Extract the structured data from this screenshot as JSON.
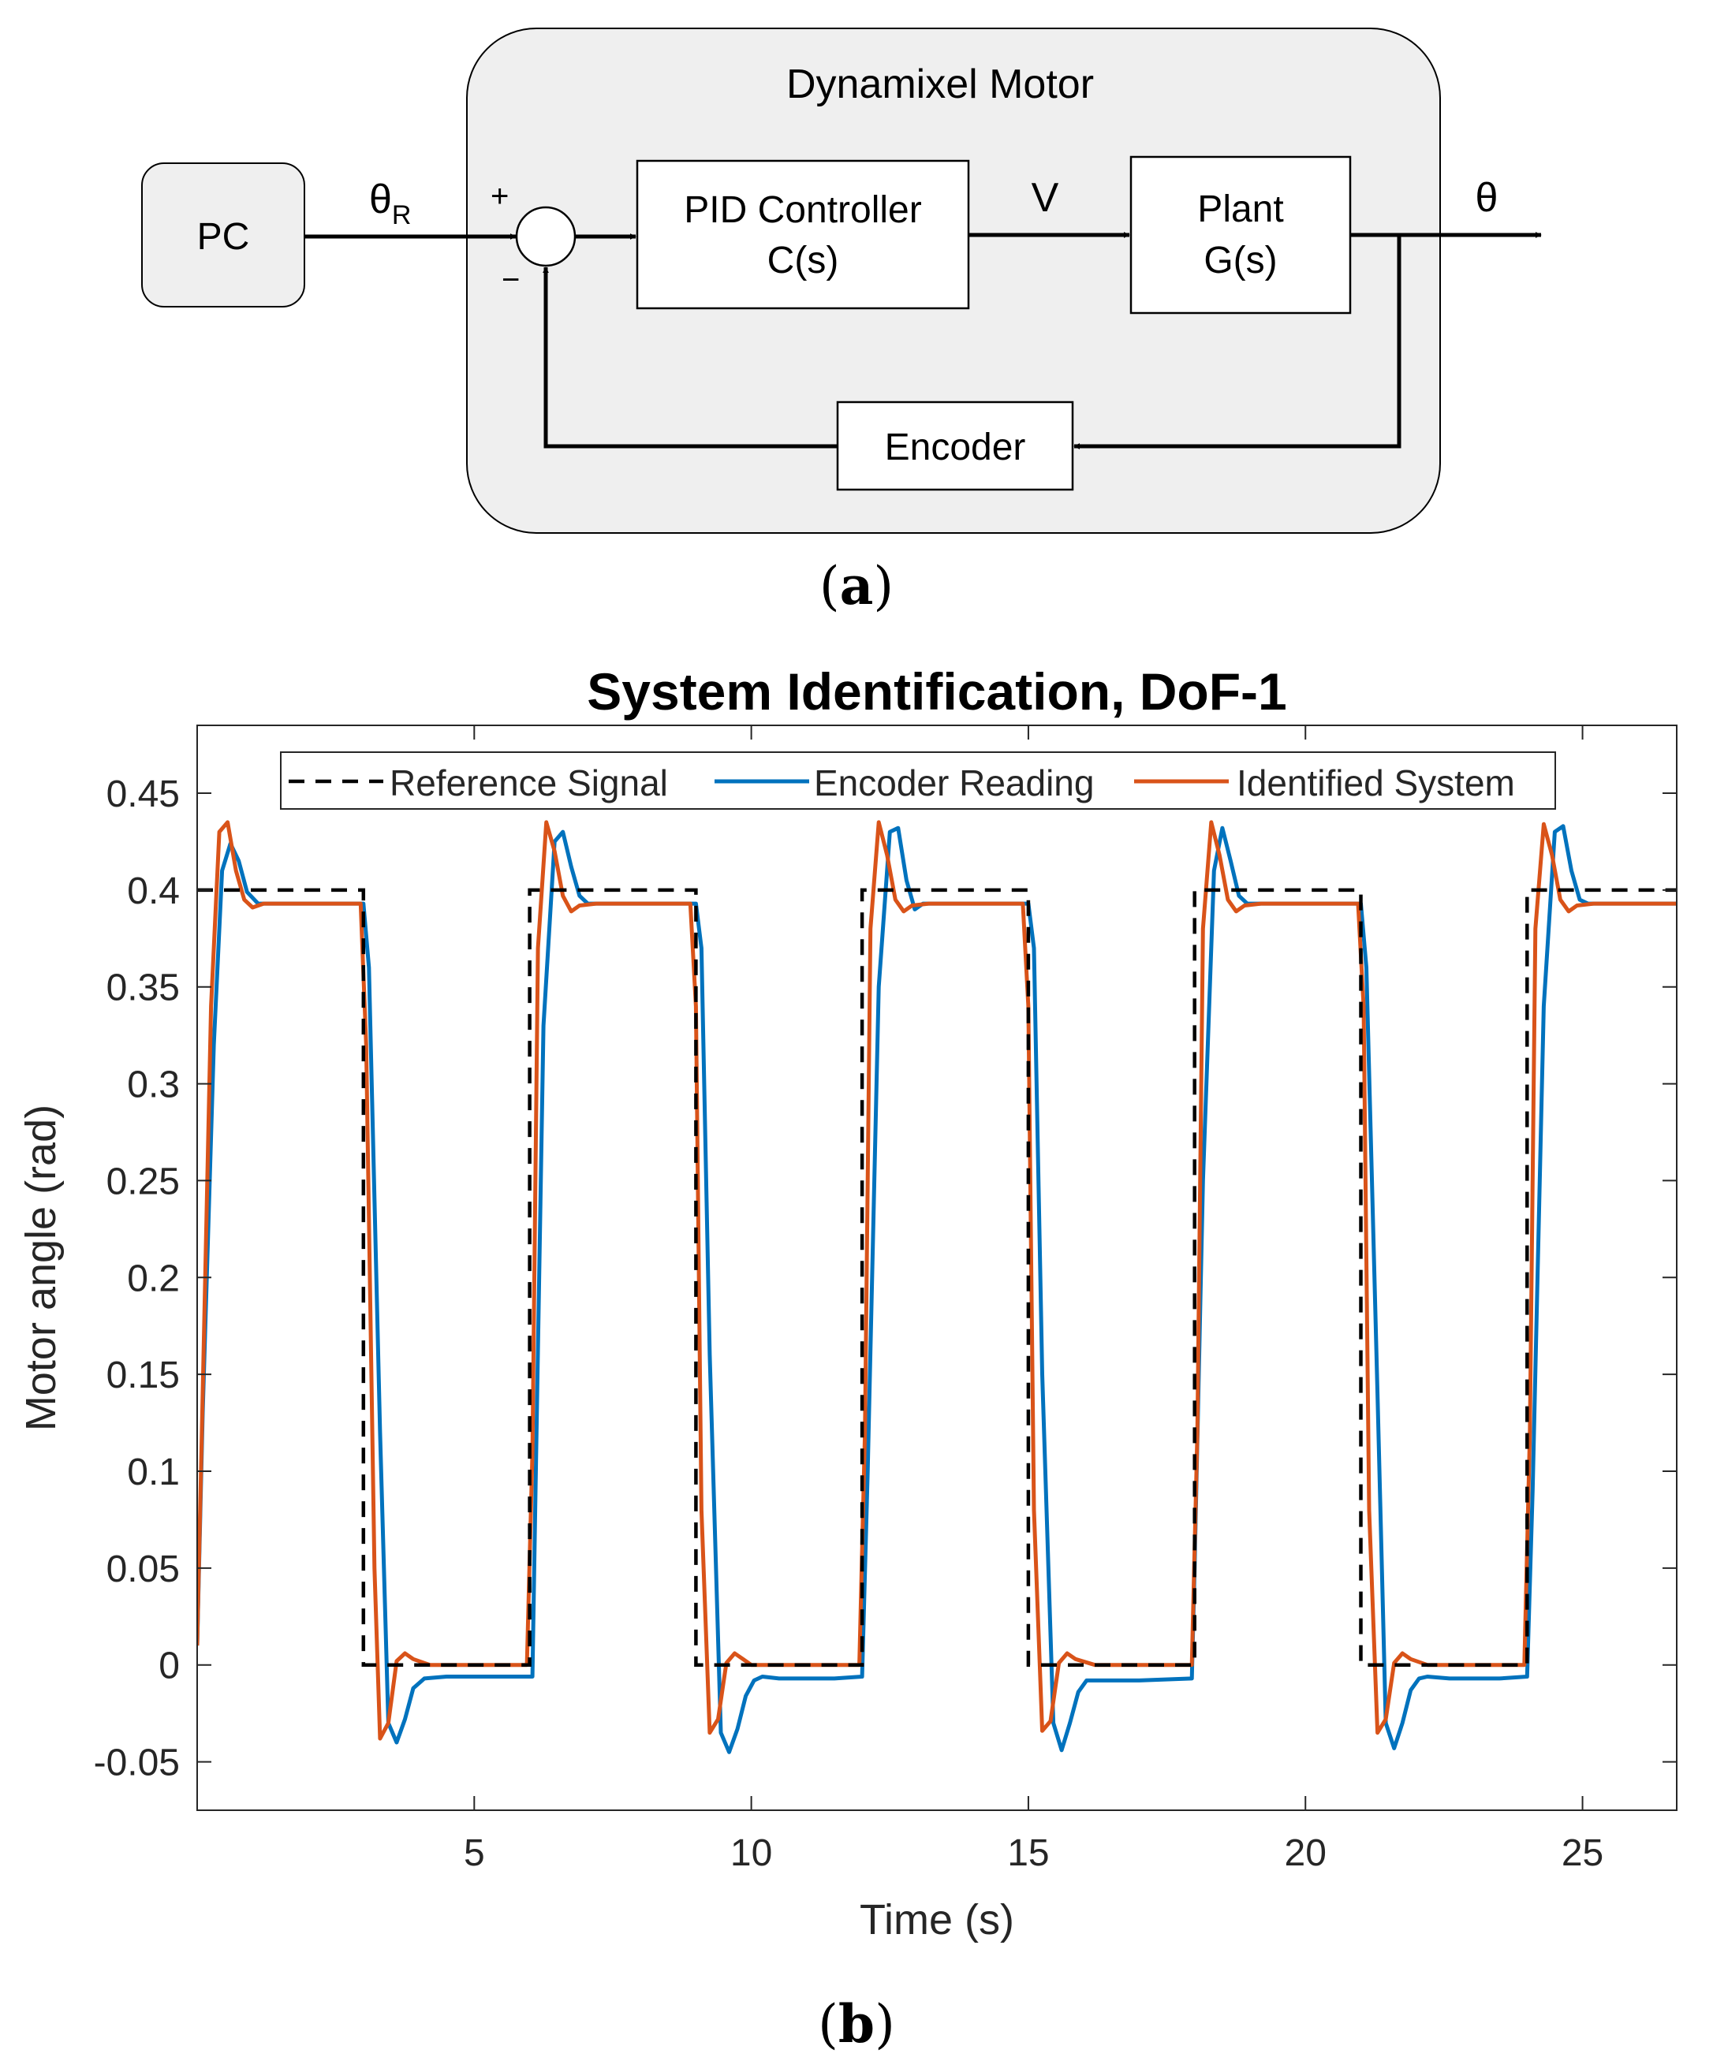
{
  "diagram": {
    "motor_group_label": "Dynamixel Motor",
    "pc_label": "PC",
    "reference_symbol": "θ",
    "reference_subscript": "R",
    "plus_sign": "+",
    "minus_sign": "−",
    "pid_line1": "PID Controller",
    "pid_line2": "C(s)",
    "voltage_label": "V",
    "plant_line1": "Plant",
    "plant_line2": "G(s)",
    "output_label": "θ",
    "encoder_label": "Encoder",
    "panel_label": "a"
  },
  "chart_data": {
    "type": "line",
    "title": "System Identification, DoF-1",
    "xlabel": "Time (s)",
    "ylabel": "Motor angle (rad)",
    "xlim": [
      0,
      26.7
    ],
    "ylim": [
      -0.075,
      0.485
    ],
    "xticks": [
      5,
      10,
      15,
      20,
      25
    ],
    "xtick_labels": [
      "5",
      "10",
      "15",
      "20",
      "25"
    ],
    "yticks": [
      -0.05,
      0,
      0.05,
      0.1,
      0.15,
      0.2,
      0.25,
      0.3,
      0.35,
      0.4,
      0.45
    ],
    "ytick_labels": [
      "-0.05",
      "0",
      "0.05",
      "0.1",
      "0.15",
      "0.2",
      "0.25",
      "0.3",
      "0.35",
      "0.4",
      "0.45"
    ],
    "grid": false,
    "legend_position": "top",
    "panel_label": "b",
    "series": [
      {
        "name": "Reference Signal",
        "color": "#000000",
        "style": "dashed",
        "x": [
          0,
          3.0,
          3.0,
          6.0,
          6.0,
          9.0,
          9.0,
          12.0,
          12.0,
          15.0,
          15.0,
          18.0,
          18.0,
          21.0,
          21.0,
          24.0,
          24.0,
          26.7
        ],
        "y": [
          0.4,
          0.4,
          0,
          0,
          0.4,
          0.4,
          0,
          0,
          0.4,
          0.4,
          0,
          0,
          0.4,
          0.4,
          0,
          0,
          0.4,
          0.4
        ]
      },
      {
        "name": "Encoder Reading",
        "color": "#0072BD",
        "style": "solid",
        "x": [
          0,
          0.1,
          0.3,
          0.45,
          0.6,
          0.75,
          0.9,
          1.1,
          1.4,
          2.0,
          2.9,
          3.0,
          3.1,
          3.3,
          3.45,
          3.6,
          3.75,
          3.9,
          4.1,
          4.5,
          5.5,
          6.05,
          6.1,
          6.25,
          6.45,
          6.6,
          6.75,
          6.9,
          7.05,
          7.2,
          7.5,
          8.5,
          9.0,
          9.1,
          9.25,
          9.45,
          9.6,
          9.75,
          9.9,
          10.05,
          10.2,
          10.5,
          11.5,
          12.0,
          12.1,
          12.3,
          12.5,
          12.65,
          12.8,
          12.95,
          13.1,
          13.3,
          14.0,
          15.0,
          15.1,
          15.25,
          15.45,
          15.6,
          15.75,
          15.9,
          16.05,
          16.3,
          17.0,
          17.95,
          18.0,
          18.15,
          18.35,
          18.5,
          18.65,
          18.8,
          18.95,
          19.1,
          19.5,
          20.5,
          21.0,
          21.1,
          21.3,
          21.45,
          21.6,
          21.75,
          21.9,
          22.05,
          22.2,
          22.6,
          23.5,
          24.0,
          24.1,
          24.3,
          24.5,
          24.65,
          24.8,
          24.95,
          25.1,
          25.3,
          26.0,
          26.7
        ],
        "y": [
          0.01,
          0.13,
          0.32,
          0.41,
          0.424,
          0.415,
          0.399,
          0.393,
          0.393,
          0.393,
          0.393,
          0.393,
          0.36,
          0.12,
          -0.03,
          -0.04,
          -0.028,
          -0.012,
          -0.007,
          -0.006,
          -0.006,
          -0.006,
          0.08,
          0.33,
          0.425,
          0.43,
          0.412,
          0.397,
          0.393,
          0.393,
          0.393,
          0.393,
          0.393,
          0.37,
          0.16,
          -0.035,
          -0.045,
          -0.033,
          -0.016,
          -0.008,
          -0.006,
          -0.007,
          -0.007,
          -0.006,
          0.1,
          0.35,
          0.43,
          0.432,
          0.405,
          0.39,
          0.393,
          0.393,
          0.393,
          0.393,
          0.37,
          0.15,
          -0.03,
          -0.044,
          -0.03,
          -0.014,
          -0.008,
          -0.008,
          -0.008,
          -0.007,
          0.05,
          0.25,
          0.41,
          0.432,
          0.415,
          0.397,
          0.393,
          0.393,
          0.393,
          0.393,
          0.393,
          0.36,
          0.14,
          -0.03,
          -0.043,
          -0.03,
          -0.013,
          -0.007,
          -0.006,
          -0.007,
          -0.007,
          -0.006,
          0.09,
          0.34,
          0.43,
          0.433,
          0.41,
          0.395,
          0.393,
          0.393,
          0.393,
          0.393
        ]
      },
      {
        "name": "Identified System",
        "color": "#D95319",
        "style": "solid",
        "x": [
          0,
          0.1,
          0.25,
          0.4,
          0.55,
          0.7,
          0.85,
          1.0,
          1.2,
          1.5,
          2.9,
          2.95,
          3.05,
          3.2,
          3.3,
          3.45,
          3.6,
          3.75,
          3.9,
          4.2,
          5.5,
          5.95,
          6.05,
          6.15,
          6.3,
          6.45,
          6.6,
          6.75,
          6.9,
          7.2,
          8.5,
          8.9,
          9.0,
          9.1,
          9.25,
          9.4,
          9.55,
          9.7,
          9.85,
          10.0,
          10.3,
          11.5,
          11.95,
          12.05,
          12.15,
          12.3,
          12.45,
          12.6,
          12.75,
          12.9,
          13.2,
          14.5,
          14.9,
          15.0,
          15.1,
          15.25,
          15.4,
          15.55,
          15.7,
          15.85,
          16.2,
          17.5,
          17.95,
          18.05,
          18.15,
          18.3,
          18.45,
          18.6,
          18.75,
          18.9,
          19.2,
          20.5,
          20.95,
          21.05,
          21.15,
          21.3,
          21.45,
          21.6,
          21.75,
          21.9,
          22.2,
          23.5,
          23.95,
          24.05,
          24.15,
          24.3,
          24.45,
          24.6,
          24.75,
          24.9,
          25.2,
          26.7
        ],
        "y": [
          0.01,
          0.14,
          0.34,
          0.43,
          0.435,
          0.41,
          0.395,
          0.391,
          0.393,
          0.393,
          0.393,
          0.393,
          0.32,
          0.05,
          -0.038,
          -0.03,
          0.002,
          0.006,
          0.003,
          0.0,
          0.0,
          0.0,
          0.11,
          0.37,
          0.435,
          0.42,
          0.397,
          0.389,
          0.392,
          0.393,
          0.393,
          0.393,
          0.34,
          0.08,
          -0.035,
          -0.028,
          0.001,
          0.006,
          0.003,
          0.0,
          0.0,
          0.0,
          0.0,
          0.12,
          0.38,
          0.435,
          0.418,
          0.395,
          0.389,
          0.392,
          0.393,
          0.393,
          0.393,
          0.34,
          0.08,
          -0.034,
          -0.029,
          0.001,
          0.006,
          0.003,
          0.0,
          0.0,
          0.0,
          0.12,
          0.38,
          0.435,
          0.418,
          0.395,
          0.389,
          0.392,
          0.393,
          0.393,
          0.393,
          0.34,
          0.08,
          -0.035,
          -0.028,
          0.001,
          0.006,
          0.003,
          0.0,
          0.0,
          0.0,
          0.12,
          0.38,
          0.434,
          0.418,
          0.395,
          0.389,
          0.392,
          0.393,
          0.393
        ]
      }
    ]
  }
}
